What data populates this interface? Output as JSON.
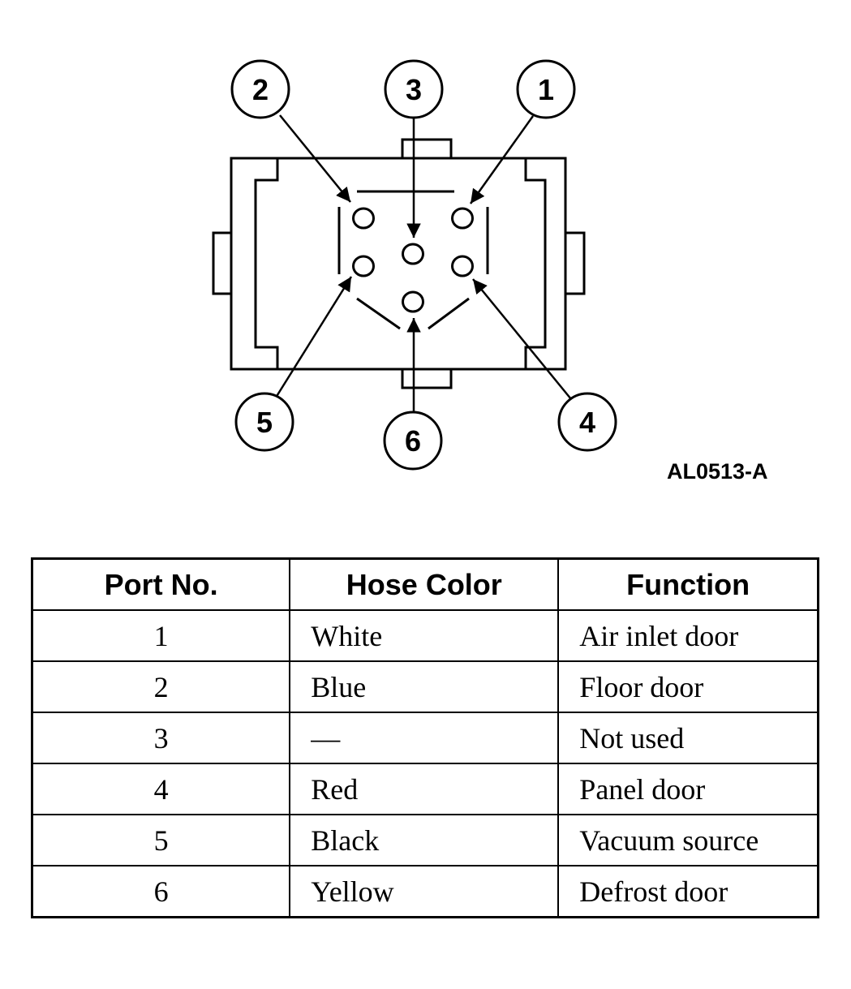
{
  "diagram": {
    "callouts": [
      "1",
      "2",
      "3",
      "4",
      "5",
      "6"
    ],
    "figure_code": "AL0513-A"
  },
  "table": {
    "headers": [
      "Port No.",
      "Hose Color",
      "Function"
    ],
    "rows": [
      {
        "port": "1",
        "color": "White",
        "function": "Air inlet door"
      },
      {
        "port": "2",
        "color": "Blue",
        "function": "Floor door"
      },
      {
        "port": "3",
        "color": "—",
        "function": "Not used"
      },
      {
        "port": "4",
        "color": "Red",
        "function": "Panel door"
      },
      {
        "port": "5",
        "color": "Black",
        "function": "Vacuum source"
      },
      {
        "port": "6",
        "color": "Yellow",
        "function": "Defrost door"
      }
    ]
  }
}
